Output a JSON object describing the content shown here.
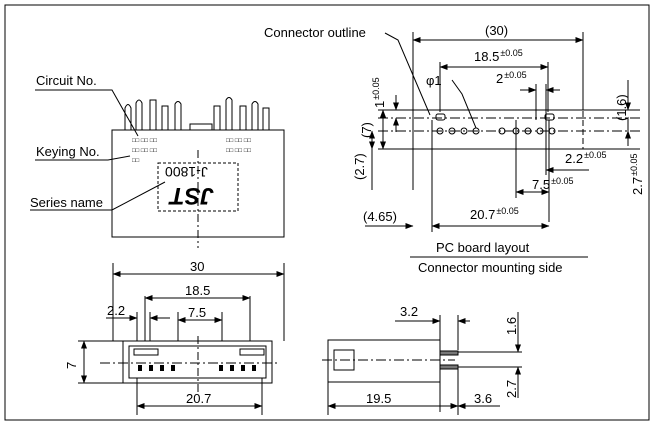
{
  "callouts": {
    "circuit_no": "Circuit No.",
    "keying_no": "Keying No.",
    "series_name": "Series name",
    "connector_outline": "Connector outline"
  },
  "part_marking": {
    "brand": "JST",
    "model": "J-1800"
  },
  "pcb_layout": {
    "title": "PC board layout",
    "subtitle": "Connector mounting side",
    "dims": {
      "overall": "(30)",
      "span_18_5": "18.5",
      "tol_18_5": "±0.05",
      "hole_dia": "φ1",
      "pitch_2": "2",
      "tol_2": "±0.05",
      "right_1_6": "(1.6)",
      "left_1": "1",
      "tol_1": "±0.05",
      "left_7": "(7)",
      "left_2_7": "(2.7)",
      "pitch_2_2": "2.2",
      "tol_2_2": "±0.05",
      "span_7_5": "7.5",
      "tol_7_5": "±0.05",
      "right_2_7": "2.7",
      "tol_r_2_7": "±0.05",
      "offset_4_65": "(4.65)",
      "span_20_7": "20.7",
      "tol_20_7": "±0.05"
    }
  },
  "front_view": {
    "overall": "30",
    "span_18_5": "18.5",
    "pitch_2_2": "2.2",
    "span_7_5": "7.5",
    "height_7": "7",
    "span_20_7": "20.7"
  },
  "side_view": {
    "dim_3_2": "3.2",
    "dim_1_6": "1.6",
    "dim_2_7": "2.7",
    "dim_19_5": "19.5",
    "dim_3_6": "3.6"
  }
}
